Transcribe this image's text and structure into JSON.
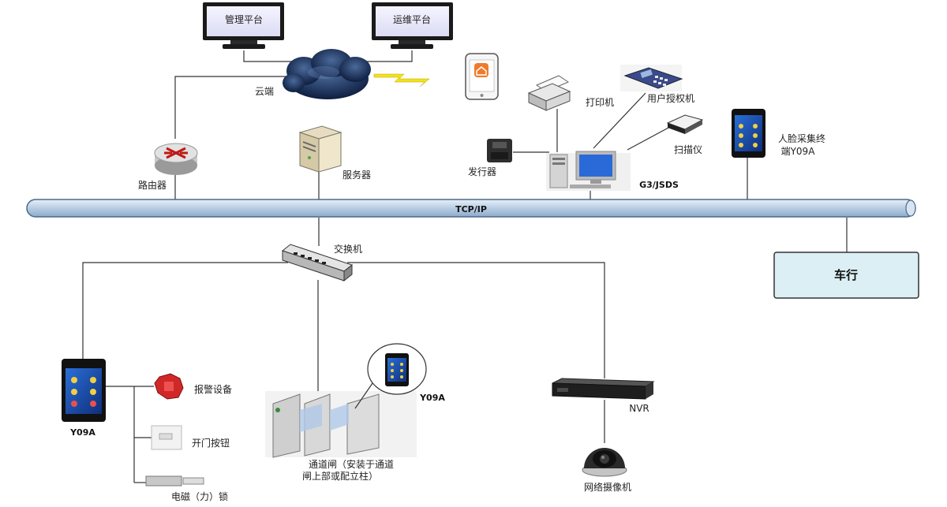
{
  "diagram": {
    "monitors": {
      "management": "管理平台",
      "operations": "运维平台"
    },
    "cloud_label": "云端",
    "router_label": "路由器",
    "server_label": "服务器",
    "printer_label": "打印机",
    "auth_machine_label": "用户授权机",
    "scanner_label": "扫描仪",
    "issuer_label": "发行器",
    "workstation_label": "G3/JSDS",
    "face_terminal_label_line1": "人脸采集终",
    "face_terminal_label_line2": "端Y09A",
    "bus_label": "TCP/IP",
    "switch_label": "交换机",
    "car_box_label": "车行",
    "device_left_label": "Y09A",
    "alarm_label": "报警设备",
    "open_button_label": "开门按钮",
    "maglock_label": "电磁（力）锁",
    "turnstile_device_label": "Y09A",
    "turnstile_label_line1": "通道闸（安装于通道",
    "turnstile_label_line2": "闸上部或配立柱）",
    "nvr_label": "NVR",
    "camera_label": "网络摄像机",
    "colors": {
      "bus_fill": "#c9d9ea",
      "bus_stroke": "#4a6a8a",
      "car_box_fill": "#dbeff4",
      "screen_blue": "#1e4aa8"
    }
  }
}
